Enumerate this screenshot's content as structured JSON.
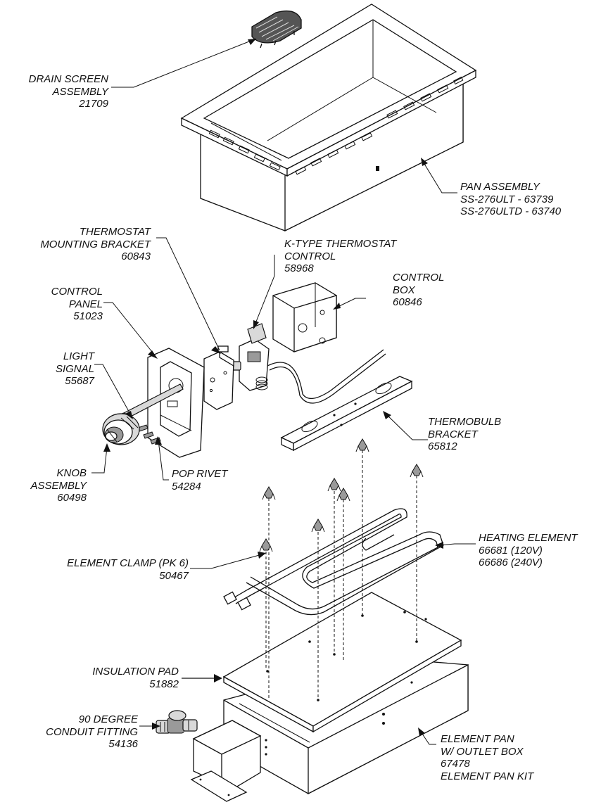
{
  "labels": {
    "drain_screen": {
      "name_1": "DRAIN SCREEN",
      "name_2": "ASSEMBLY",
      "part": "21709"
    },
    "pan_assembly": {
      "name": "PAN ASSEMBLY",
      "part_1": "SS-276ULT - 63739",
      "part_2": "SS-276ULTD - 63740"
    },
    "thermostat_bracket": {
      "name_1": "THERMOSTAT",
      "name_2": "MOUNTING BRACKET",
      "part": "60843"
    },
    "thermostat_control": {
      "name_1": "K-TYPE THERMOSTAT",
      "name_2": "CONTROL",
      "part": "58968"
    },
    "control_box": {
      "name_1": "CONTROL",
      "name_2": "BOX",
      "part": "60846"
    },
    "control_panel": {
      "name_1": "CONTROL",
      "name_2": "PANEL",
      "part": "51023"
    },
    "light_signal": {
      "name_1": "LIGHT",
      "name_2": "SIGNAL",
      "part": "55687"
    },
    "thermobulb_bracket": {
      "name_1": "THERMOBULB",
      "name_2": "BRACKET",
      "part": "65812"
    },
    "knob_assembly": {
      "name_1": "KNOB",
      "name_2": "ASSEMBLY",
      "part": "60498"
    },
    "pop_rivet": {
      "name": "POP RIVET",
      "part": "54284"
    },
    "heating_element": {
      "name": "HEATING ELEMENT",
      "part_1": "66681 (120V)",
      "part_2": "66686 (240V)"
    },
    "element_clamp": {
      "name": "ELEMENT CLAMP (PK 6)",
      "part": "50467"
    },
    "insulation_pad": {
      "name": "INSULATION PAD",
      "part": "51882"
    },
    "conduit_fitting": {
      "name_1": "90 DEGREE",
      "name_2": "CONDUIT FITTING",
      "part": "54136"
    },
    "element_pan": {
      "name_1": "ELEMENT PAN",
      "name_2": "W/ OUTLET BOX",
      "part": "67478",
      "kit": "ELEMENT PAN KIT"
    }
  }
}
